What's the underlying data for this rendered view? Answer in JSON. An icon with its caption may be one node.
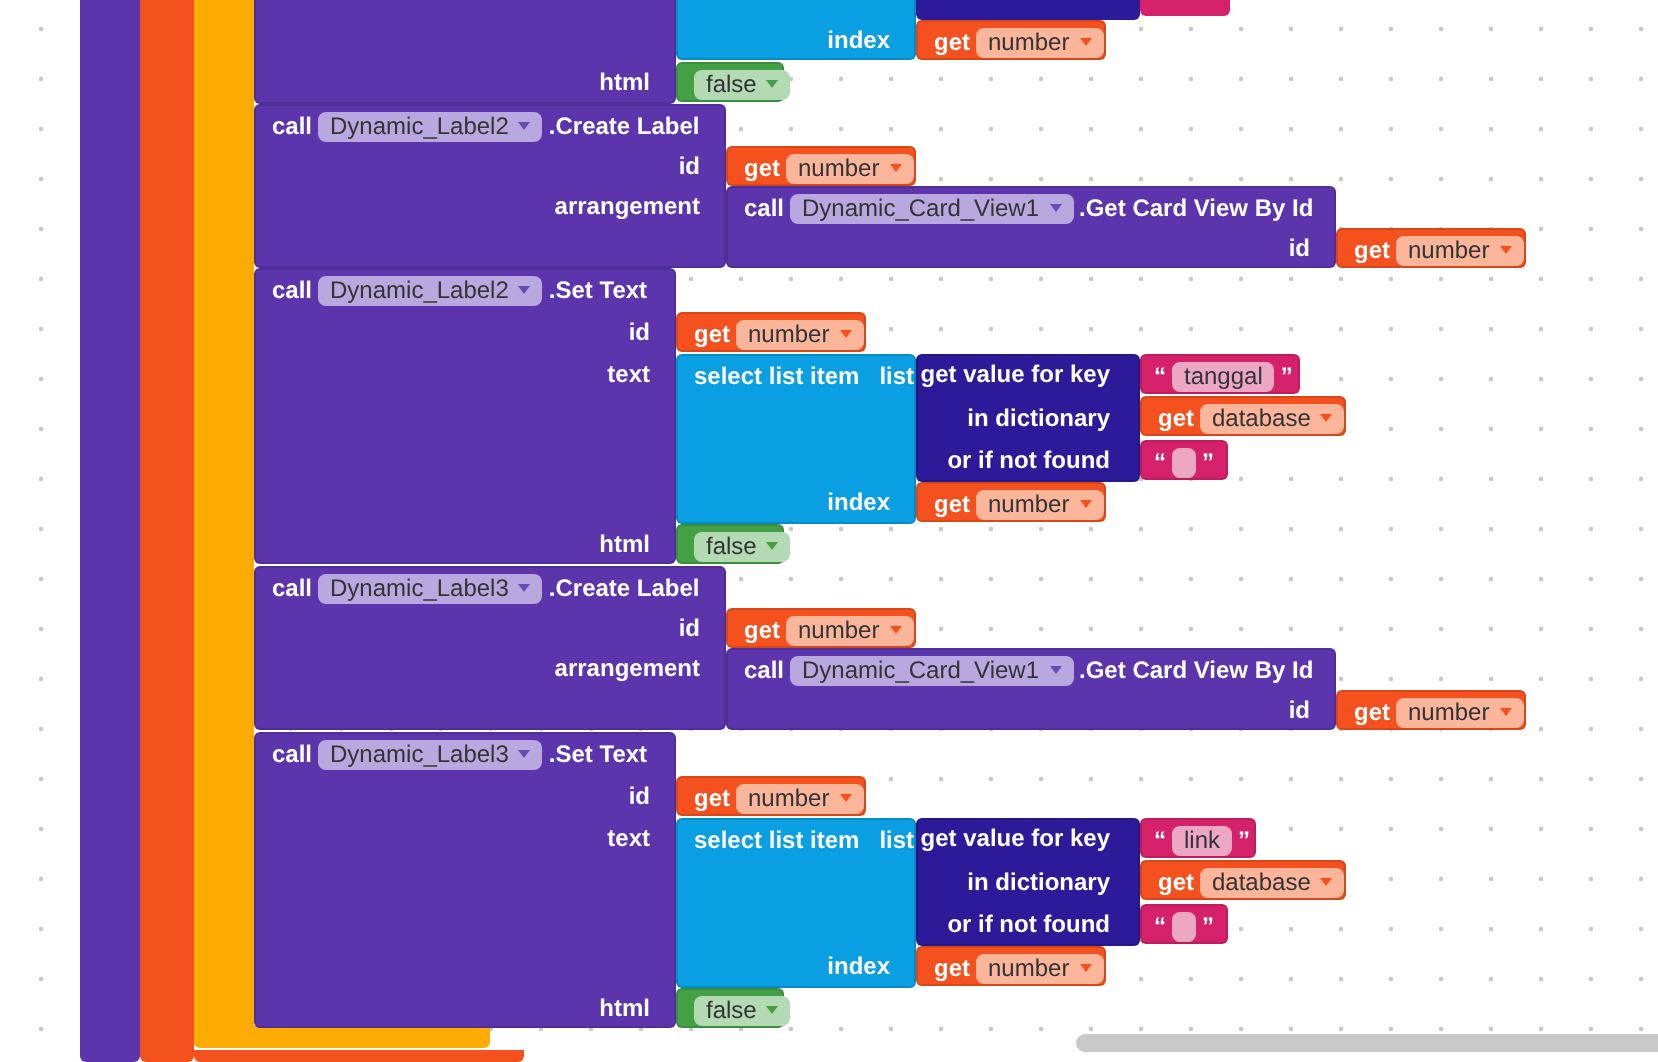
{
  "diagram": {
    "nodes": [
      {
        "text": [
          "html"
        ]
      },
      {
        "text": [
          "index"
        ]
      },
      {
        "text": [
          "get",
          "number"
        ]
      },
      {
        "text": [
          "false"
        ]
      },
      {
        "text": [
          "call",
          "Dynamic_Label2",
          ".Create Label",
          "id",
          "arrangement"
        ]
      },
      {
        "text": [
          "get",
          "number"
        ]
      },
      {
        "text": [
          "call",
          "Dynamic_Card_View1",
          ".Get Card View By Id",
          "id"
        ]
      },
      {
        "text": [
          "get",
          "number"
        ]
      },
      {
        "text": [
          "call",
          "Dynamic_Label2",
          ".Set Text",
          "id",
          "text",
          "html"
        ]
      },
      {
        "text": [
          "get",
          "number"
        ]
      },
      {
        "text": [
          "select list item",
          "list",
          "index"
        ]
      },
      {
        "text": [
          "get value for key",
          "in dictionary",
          "or if not found"
        ]
      },
      {
        "text": [
          "“",
          "tanggal",
          "”"
        ]
      },
      {
        "text": [
          "get",
          "database"
        ]
      },
      {
        "text": [
          "“",
          "”"
        ]
      },
      {
        "text": [
          "get",
          "number"
        ]
      },
      {
        "text": [
          "false"
        ]
      },
      {
        "text": [
          "call",
          "Dynamic_Label3",
          ".Create Label",
          "id",
          "arrangement"
        ]
      },
      {
        "text": [
          "get",
          "number"
        ]
      },
      {
        "text": [
          "call",
          "Dynamic_Card_View1",
          ".Get Card View By Id",
          "id"
        ]
      },
      {
        "text": [
          "get",
          "number"
        ]
      },
      {
        "text": [
          "call",
          "Dynamic_Label3",
          ".Set Text",
          "id",
          "text",
          "html"
        ]
      },
      {
        "text": [
          "get",
          "number"
        ]
      },
      {
        "text": [
          "select list item",
          "list",
          "index"
        ]
      },
      {
        "text": [
          "get value for key",
          "in dictionary",
          "or if not found"
        ]
      },
      {
        "text": [
          "“",
          "link",
          "”"
        ]
      },
      {
        "text": [
          "get",
          "database"
        ]
      },
      {
        "text": [
          "“",
          "”"
        ]
      },
      {
        "text": [
          "get",
          "number"
        ]
      },
      {
        "text": [
          "false"
        ]
      }
    ]
  }
}
